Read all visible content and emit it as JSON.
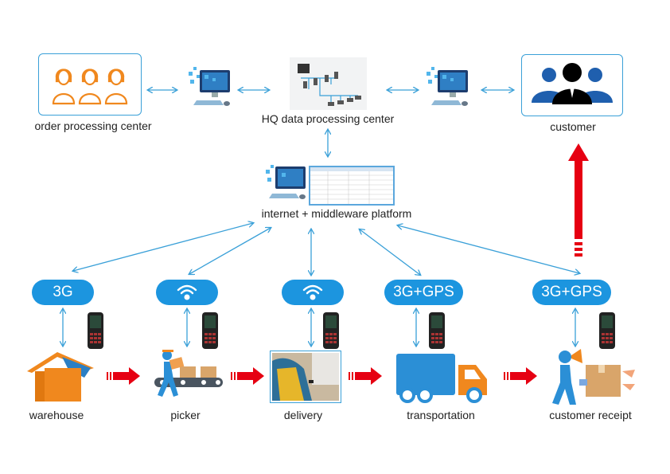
{
  "top": {
    "order_center": {
      "label": "order processing center"
    },
    "hq": {
      "label": "HQ data processing center"
    },
    "customer": {
      "label": "customer"
    }
  },
  "middle": {
    "platform": {
      "label": "internet + middleware platform"
    }
  },
  "networks": [
    {
      "label": "3G",
      "icon": "text"
    },
    {
      "label": "",
      "icon": "wifi-icon"
    },
    {
      "label": "",
      "icon": "wifi-icon"
    },
    {
      "label": "3G+GPS",
      "icon": "text"
    },
    {
      "label": "3G+GPS",
      "icon": "text"
    }
  ],
  "stages": [
    {
      "label": "warehouse",
      "icon": "warehouse-icon"
    },
    {
      "label": "picker",
      "icon": "picker-icon"
    },
    {
      "label": "delivery",
      "icon": "delivery-photo"
    },
    {
      "label": "transportation",
      "icon": "truck-icon"
    },
    {
      "label": "customer receipt",
      "icon": "customer-receipt-icon"
    }
  ],
  "colors": {
    "accent": "#1c95df",
    "line": "#3aa0d8",
    "arrow": "#e60012",
    "orange": "#f0881e",
    "people_blue": "#1f5fae"
  }
}
